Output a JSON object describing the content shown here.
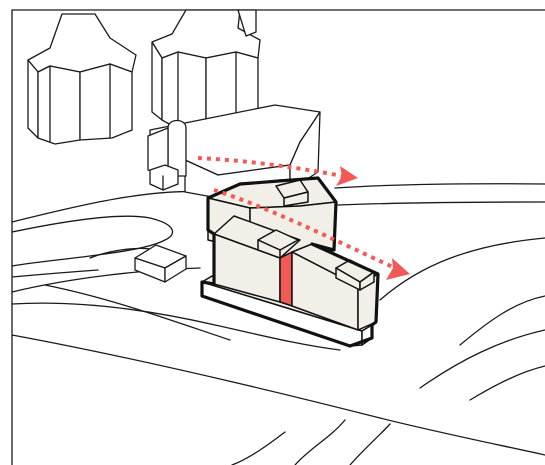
{
  "colors": {
    "background": "#ffffff",
    "line": "#1a1a1a",
    "building_fill": "#f2efe8",
    "highlight": "#f25a55",
    "arrow": "#f25a55"
  },
  "elements": {
    "frame": "frame-border",
    "context_buildings": [
      "tower-left",
      "tower-middle",
      "low-building-back",
      "small-shed"
    ],
    "proposed_building": [
      "volume-rear",
      "volume-front-left",
      "volume-front-right",
      "red-gap-strip"
    ],
    "arrows": [
      "view-arrow-upper",
      "view-arrow-lower"
    ]
  }
}
